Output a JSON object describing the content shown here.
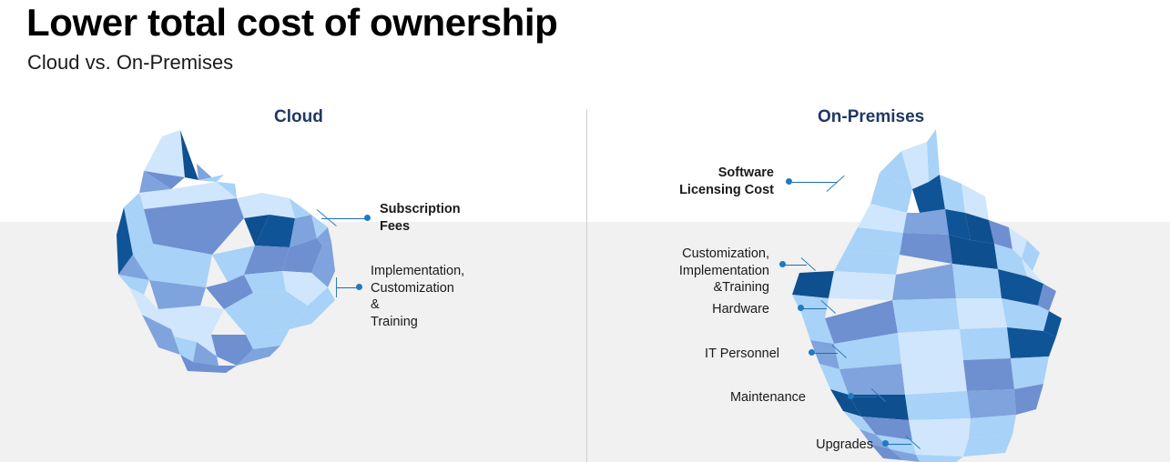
{
  "header": {
    "title": "Lower total cost of ownership",
    "subtitle": "Cloud vs. On-Premises"
  },
  "colors": {
    "heading": "#1f3864",
    "leader_line": "#1f6fae",
    "leader_dot": "#1f7ac0",
    "water": "#f1f1f1",
    "divider": "#cfcfcf",
    "ice_dark": "#0f5496",
    "ice_navy": "#0e4f8f",
    "ice_slate": "#6e8fd0",
    "ice_mid": "#7fa3dc",
    "ice_light": "#a8d2f7",
    "ice_pale": "#cfe6fc"
  },
  "panels": [
    {
      "id": "cloud",
      "heading": "Cloud",
      "callouts": [
        {
          "id": "subscription-fees",
          "text": "Subscription\nFees",
          "bold": true,
          "align": "left"
        },
        {
          "id": "implementation-customization-training",
          "text": "Implementation,\nCustomization &\nTraining",
          "bold": false,
          "align": "left"
        }
      ]
    },
    {
      "id": "on-premises",
      "heading": "On-Premises",
      "callouts": [
        {
          "id": "software-licensing-cost",
          "text": "Software\nLicensing Cost",
          "bold": true,
          "align": "right"
        },
        {
          "id": "customization-implementation-training",
          "text": "Customization,\nImplementation\n&Training",
          "bold": false,
          "align": "right"
        },
        {
          "id": "hardware",
          "text": "Hardware",
          "bold": false,
          "align": "right"
        },
        {
          "id": "it-personnel",
          "text": "IT Personnel",
          "bold": false,
          "align": "right"
        },
        {
          "id": "maintenance",
          "text": "Maintenance",
          "bold": false,
          "align": "right"
        },
        {
          "id": "upgrades",
          "text": "Upgrades",
          "bold": false,
          "align": "right"
        }
      ]
    }
  ],
  "chart_data": {
    "type": "diagram",
    "title": "Lower total cost of ownership",
    "subtitle": "Cloud vs. On-Premises",
    "visual": "iceberg-comparison",
    "waterline_y": 244,
    "categories": [
      "Cloud",
      "On-Premises"
    ],
    "series": [
      {
        "name": "Cloud",
        "above_water_costs": [
          "Subscription Fees"
        ],
        "below_water_costs": [
          "Implementation, Customization & Training"
        ],
        "relative_size": "small"
      },
      {
        "name": "On-Premises",
        "above_water_costs": [
          "Software Licensing Cost"
        ],
        "below_water_costs": [
          "Customization, Implementation &Training",
          "Hardware",
          "IT Personnel",
          "Maintenance",
          "Upgrades"
        ],
        "relative_size": "large"
      }
    ]
  }
}
